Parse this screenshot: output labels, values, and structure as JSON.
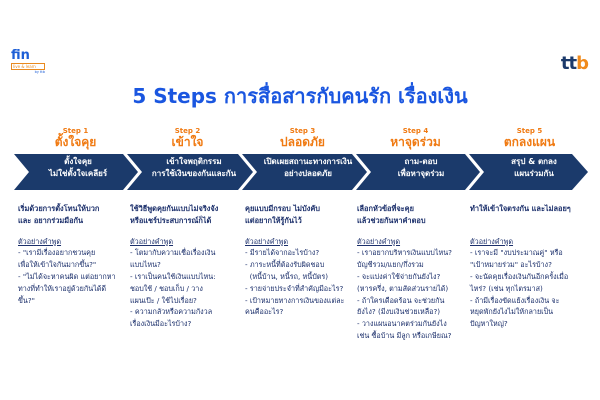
{
  "logos": {
    "left_main": "fin",
    "left_sub": "live & learn",
    "left_by": "by ttb",
    "right": "ttb"
  },
  "title": "5 Steps การสื่อสารกับคนรัก เรื่องเงิน",
  "steps": [
    {
      "step": "Step 1",
      "name": "ตั้งใจคุย",
      "chevron": [
        "ตั้งใจคุย",
        "ไม่ใช่ตั้งใจเคลียร์"
      ],
      "lead": [
        "เริ่มด้วยการตั้งโทนให้บวก",
        "และ อยากร่วมมือกัน"
      ],
      "example_label": "ตัวอย่างคำพูด",
      "lines": [
        "- \"เรามีเรื่องอยากชวนคุย",
        "เพื่อให้เข้าใจกันมากขึ้น?\"",
        "- \"ไม่ได้จะหาคนผิด แต่อยากหา",
        "ทางที่ทำให้เราอยู่ด้วยกันได้ดี",
        "ขึ้น?\""
      ]
    },
    {
      "step": "Step 2",
      "name": "เข้าใจ",
      "chevron": [
        "เข้าใจพฤติกรรม",
        "การใช้เงินของกันและกัน"
      ],
      "lead": [
        "ใช้วิธีพูดคุยกันแบบไม่จริงจัง",
        "หรือแชร์ประสบการณ์ก็ได้"
      ],
      "example_label": "ตัวอย่างคำพูด",
      "lines": [
        "- โตมากับความเชื่อเรื่องเงิน",
        "แบบไหน?",
        "- เราเป็นคนใช้เงินแบบไหน:",
        "ชอบใช้ / ชอบเก็บ / วาง",
        "แผนเป๊ะ / ใช้ไปเรื่อย?",
        "- ความกลัวหรือความกังวล",
        "เรื่องเงินมีอะไรบ้าง?"
      ]
    },
    {
      "step": "Step 3",
      "name": "ปลอดภัย",
      "chevron": [
        "เปิดเผยสถานะทางการเงิน",
        "อย่างปลอดภัย"
      ],
      "lead": [
        "คุยแบบมีกรอบ ไม่บังคับ",
        "แต่อยากให้รู้กันไว้"
      ],
      "example_label": "ตัวอย่างคำพูด",
      "lines": [
        "- มีรายได้จากอะไรบ้าง?",
        "- ภาระหนี้ที่ต้องรับผิดชอบ",
        "  (หนี้บ้าน, หนี้รถ, หนี้บัตร)",
        "- รายจ่ายประจำที่สำคัญมีอะไร?",
        "- เป้าหมายทางการเงินของแต่ละ",
        "คนคืออะไร?"
      ]
    },
    {
      "step": "Step 4",
      "name": "หาจุดร่วม",
      "chevron": [
        "ถาม-ตอบ",
        "เพื่อหาจุดร่วม"
      ],
      "lead": [
        "เลือกหัวข้อที่จะคุย",
        "แล้วช่วยกันหาคำตอบ"
      ],
      "example_label": "ตัวอย่างคำพูด",
      "lines": [
        "- เราอยากบริหารเงินแบบไหน?",
        "บัญชีรวม/แยก/กึ่งรวม",
        "- จะแบ่งค่าใช้จ่ายกันยังไง?",
        "(หารครึ่ง, ตามสัดส่วนรายได้)",
        "- ถ้าใครเดือดร้อน จะช่วยกัน",
        "ยังไง? (มีงบเงินช่วยเหลือ?)",
        "- วางแผนอนาคตร่วมกันยังไง",
        "เช่น ซื้อบ้าน มีลูก หรือเกษียณ?"
      ]
    },
    {
      "step": "Step 5",
      "name": "ตกลงแผน",
      "chevron": [
        "สรุป & ตกลง",
        "แผนร่วมกัน"
      ],
      "lead": [
        "ทำให้เข้าใจตรงกัน และไม่ลอยๆ",
        ""
      ],
      "example_label": "ตัวอย่างคำพูด",
      "lines": [
        "- เราจะมี \"งบประมาณคู่\" หรือ",
        "\"เป้าหมายร่วม\" อะไรบ้าง?",
        "- จะนัดคุยเรื่องเงินกันอีกครั้งเมื่อ",
        "ไหร่? (เช่น ทุกไตรมาส)",
        "- ถ้ามีเรื่องขัดแย้งเรื่องเงิน จะ",
        "หยุดพักยังไงไม่ให้กลายเป็น",
        "ปัญหาใหญ่?"
      ]
    }
  ],
  "colors": {
    "title": "#1a56e0",
    "accent": "#f07a12",
    "navy": "#1b3a6b"
  }
}
